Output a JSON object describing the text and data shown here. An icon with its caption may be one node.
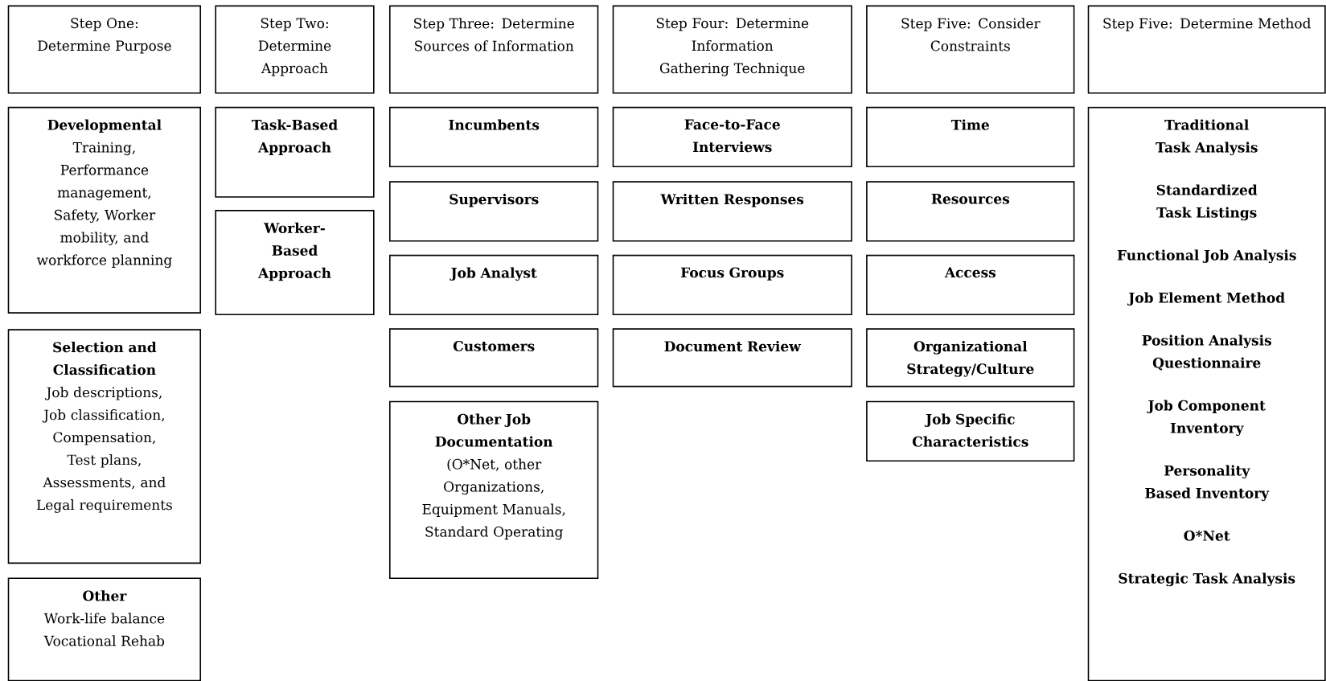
{
  "diagram": {
    "nodes": [
      {
        "text": [
          "Step One: Determine Purpose"
        ]
      },
      {
        "text": [
          "Step Two: Determine Approach"
        ]
      },
      {
        "text": [
          "Step Three: Determine Sources of Information"
        ]
      },
      {
        "text": [
          "Step Four: Determine Information Gathering Technique"
        ]
      },
      {
        "text": [
          "Step Five:  Consider Constraints"
        ]
      },
      {
        "text": [
          "Step Five:  Determine Method"
        ]
      },
      {
        "text": [
          "Developmental",
          "Training, Performance management, Safety, Worker mobility, and workforce planning"
        ]
      },
      {
        "text": [
          "Selection and Classification",
          "Job descriptions, Job classification, Compensation, Test plans, Assessments, and Legal requirements"
        ]
      },
      {
        "text": [
          "Other",
          "Work-life balance Vocational Rehab"
        ]
      },
      {
        "text": [
          "Task-Based Approach"
        ]
      },
      {
        "text": [
          "Worker-Based Approach"
        ]
      },
      {
        "text": [
          "Incumbents"
        ]
      },
      {
        "text": [
          "Supervisors"
        ]
      },
      {
        "text": [
          "Job Analyst"
        ]
      },
      {
        "text": [
          "Customers"
        ]
      },
      {
        "text": [
          "Other Job Documentation",
          "(O*Net, other Organizations, Equipment Manuals, Standard Operating"
        ]
      },
      {
        "text": [
          "Face-to-Face Interviews"
        ]
      },
      {
        "text": [
          "Written Responses"
        ]
      },
      {
        "text": [
          "Focus Groups"
        ]
      },
      {
        "text": [
          "Document Review"
        ]
      },
      {
        "text": [
          "Time"
        ]
      },
      {
        "text": [
          "Resources"
        ]
      },
      {
        "text": [
          "Access"
        ]
      },
      {
        "text": [
          "Organizational Strategy/Culture"
        ]
      },
      {
        "text": [
          "Job Specific Characteristics"
        ]
      },
      {
        "text": [
          "Traditional Task Analysis",
          "Standardized Task Listings",
          "Functional Job Analysis",
          "Job Element Method",
          "Position Analysis Questionnaire",
          "Job Component Inventory",
          "Personality Based Inventory",
          "O*Net",
          "Strategic Task Analysis"
        ]
      }
    ]
  }
}
